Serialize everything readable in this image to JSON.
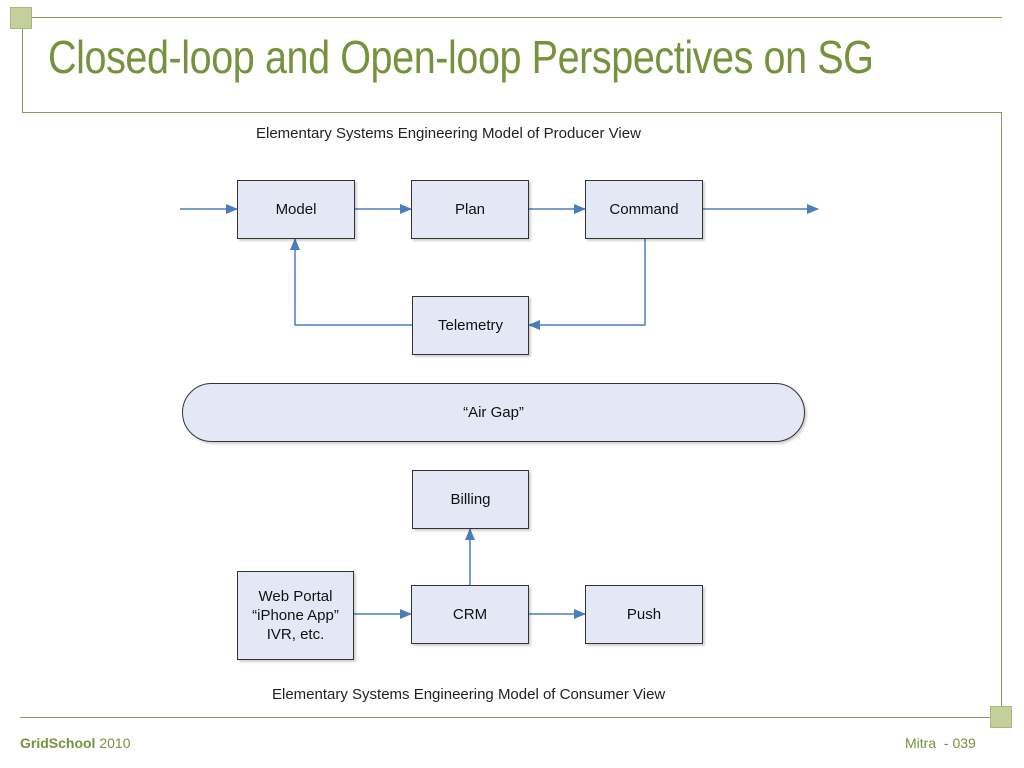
{
  "slide": {
    "title": "Closed-loop and Open-loop Perspectives on SG"
  },
  "producer": {
    "caption": "Elementary Systems Engineering Model of Producer View",
    "model": "Model",
    "plan": "Plan",
    "command": "Command",
    "telemetry": "Telemetry"
  },
  "air_gap": {
    "label": "“Air Gap”"
  },
  "consumer": {
    "caption": "Elementary Systems Engineering Model of Consumer View",
    "billing": "Billing",
    "web_portal": {
      "line1": "Web Portal",
      "line2": "“iPhone App”",
      "line3": "IVR, etc."
    },
    "crm": "CRM",
    "push": "Push"
  },
  "footer": {
    "brand": "GridSchool",
    "year": "2010",
    "page": "Mitra  - 039"
  },
  "colors": {
    "title": "#76923c",
    "arrow": "#4a7ebb",
    "box_fill": "#e3e8f4"
  }
}
